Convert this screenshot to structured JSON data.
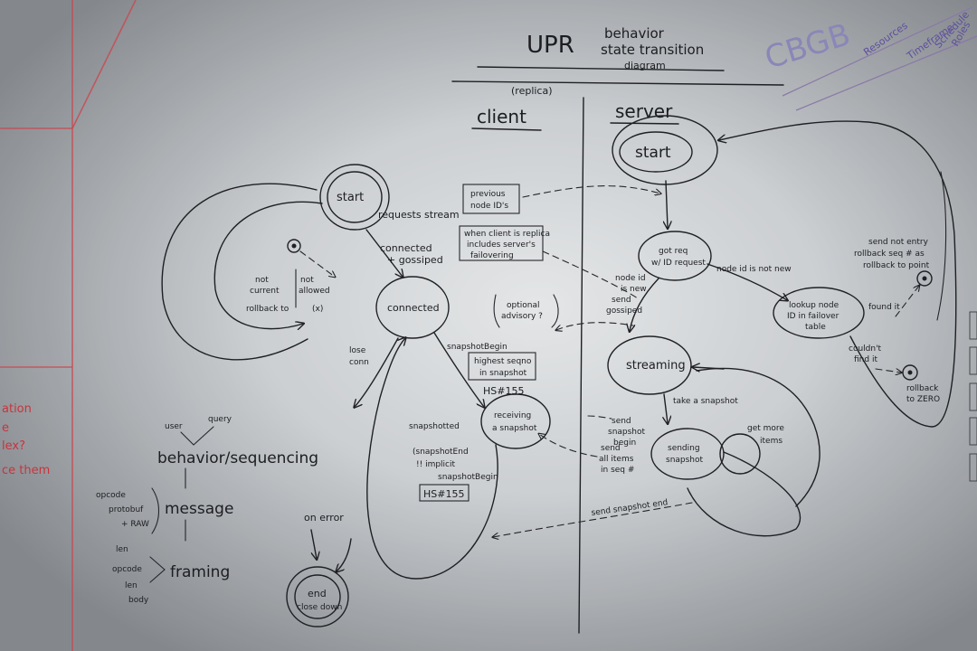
{
  "title": {
    "line1": "UPR",
    "line2": "behavior",
    "line3": "state transition",
    "line4": "diagram"
  },
  "corner_label": "CBGB",
  "corner_notes": [
    "Resources",
    "Timeframe",
    "Schedule",
    "Roles"
  ],
  "columns": {
    "client_note": "(replica)",
    "client": "client",
    "server": "server"
  },
  "client_states": {
    "start": "start",
    "connected": "connected",
    "receiving_line1": "receiving",
    "receiving_line2": "a snapshot"
  },
  "server_states": {
    "start": "start",
    "got_request_line1": "got req",
    "got_request_line2": "w/ ID request",
    "lookup_line1": "lookup node",
    "lookup_line2": "ID in failover",
    "lookup_line3": "table",
    "streaming": "streaming",
    "sending_line1": "sending",
    "sending_line2": "snapshot",
    "end_line1": "end",
    "end_line2": "close down"
  },
  "client_labels": {
    "requests_stream": "requests stream",
    "previous_ids_line1": "previous",
    "previous_ids_line2": "node ID's",
    "connected_line1": "connected",
    "connected_line2": "+ gossiped",
    "when_client_line1": "when client is replica",
    "when_client_line2": "includes server's",
    "when_client_line3": "failovering",
    "not_current_line1": "not",
    "not_current_line2": "current",
    "not_current_line3": "rollback to",
    "not_allowed_line1": "not",
    "not_allowed_line2": "allowed",
    "not_allowed_line3": "(x)",
    "lose_conn_line1": "lose",
    "lose_conn_line2": "conn",
    "snapshot_begin": "snapshotBegin",
    "optional_line1": "optional",
    "optional_line2": "advisory ?",
    "highest_line1": "highest seqno",
    "highest_line2": "in snapshot",
    "hs_id": "HS#155",
    "snapshotted": "snapshotted",
    "snapshot_end_line1": "(snapshotEnd",
    "snapshot_end_line2": "!! implicit",
    "snapshot_end_line3": "snapshotBegin",
    "hs_id2": "HS#155"
  },
  "server_labels": {
    "node_id_line1": "node id",
    "node_id_line2": "is new",
    "node_id_line3": "send",
    "node_id_line4": "gossiped",
    "node_id_not_new": "node id is not new",
    "send_not_entry_line1": "send not entry",
    "send_not_entry_line2": "rollback seq # as",
    "send_not_entry_line3": "rollback to point",
    "found_it": "found it",
    "couldnt_line1": "couldn't",
    "couldnt_line2": "find it",
    "rollback_zero_line1": "rollback",
    "rollback_zero_line2": "to ZERO",
    "take_snapshot": "take a snapshot",
    "send_snapshot_line1": "send",
    "send_snapshot_line2": "snapshot",
    "send_snapshot_line3": "begin",
    "send_all_items_line1": "send",
    "send_all_items_line2": "all items",
    "send_all_items_line3": "in seq #",
    "got_more_line1": "get more",
    "got_more_line2": "items",
    "send_snapshot_end": "send snapshot end"
  },
  "layers": {
    "top_left": "user",
    "top_right": "query",
    "behavior": "behavior/sequencing",
    "msg_left_line1": "opcode",
    "msg_left_line2": "protobuf",
    "msg_left_line3": "+ RAW",
    "message": "message",
    "frm_left_line1": "len",
    "frm_left_line2": "opcode",
    "frm_left_line3": "len",
    "frm_left_line4": "body",
    "framing": "framing"
  },
  "on_error": "on error",
  "left_edge_red": [
    "ation",
    "e",
    "lex?",
    "ce them"
  ],
  "colors": {
    "board": "#dcdfe1",
    "ink": "#1f2024",
    "red_marker": "#c9474f",
    "purple_marker": "#8a7aa8"
  }
}
